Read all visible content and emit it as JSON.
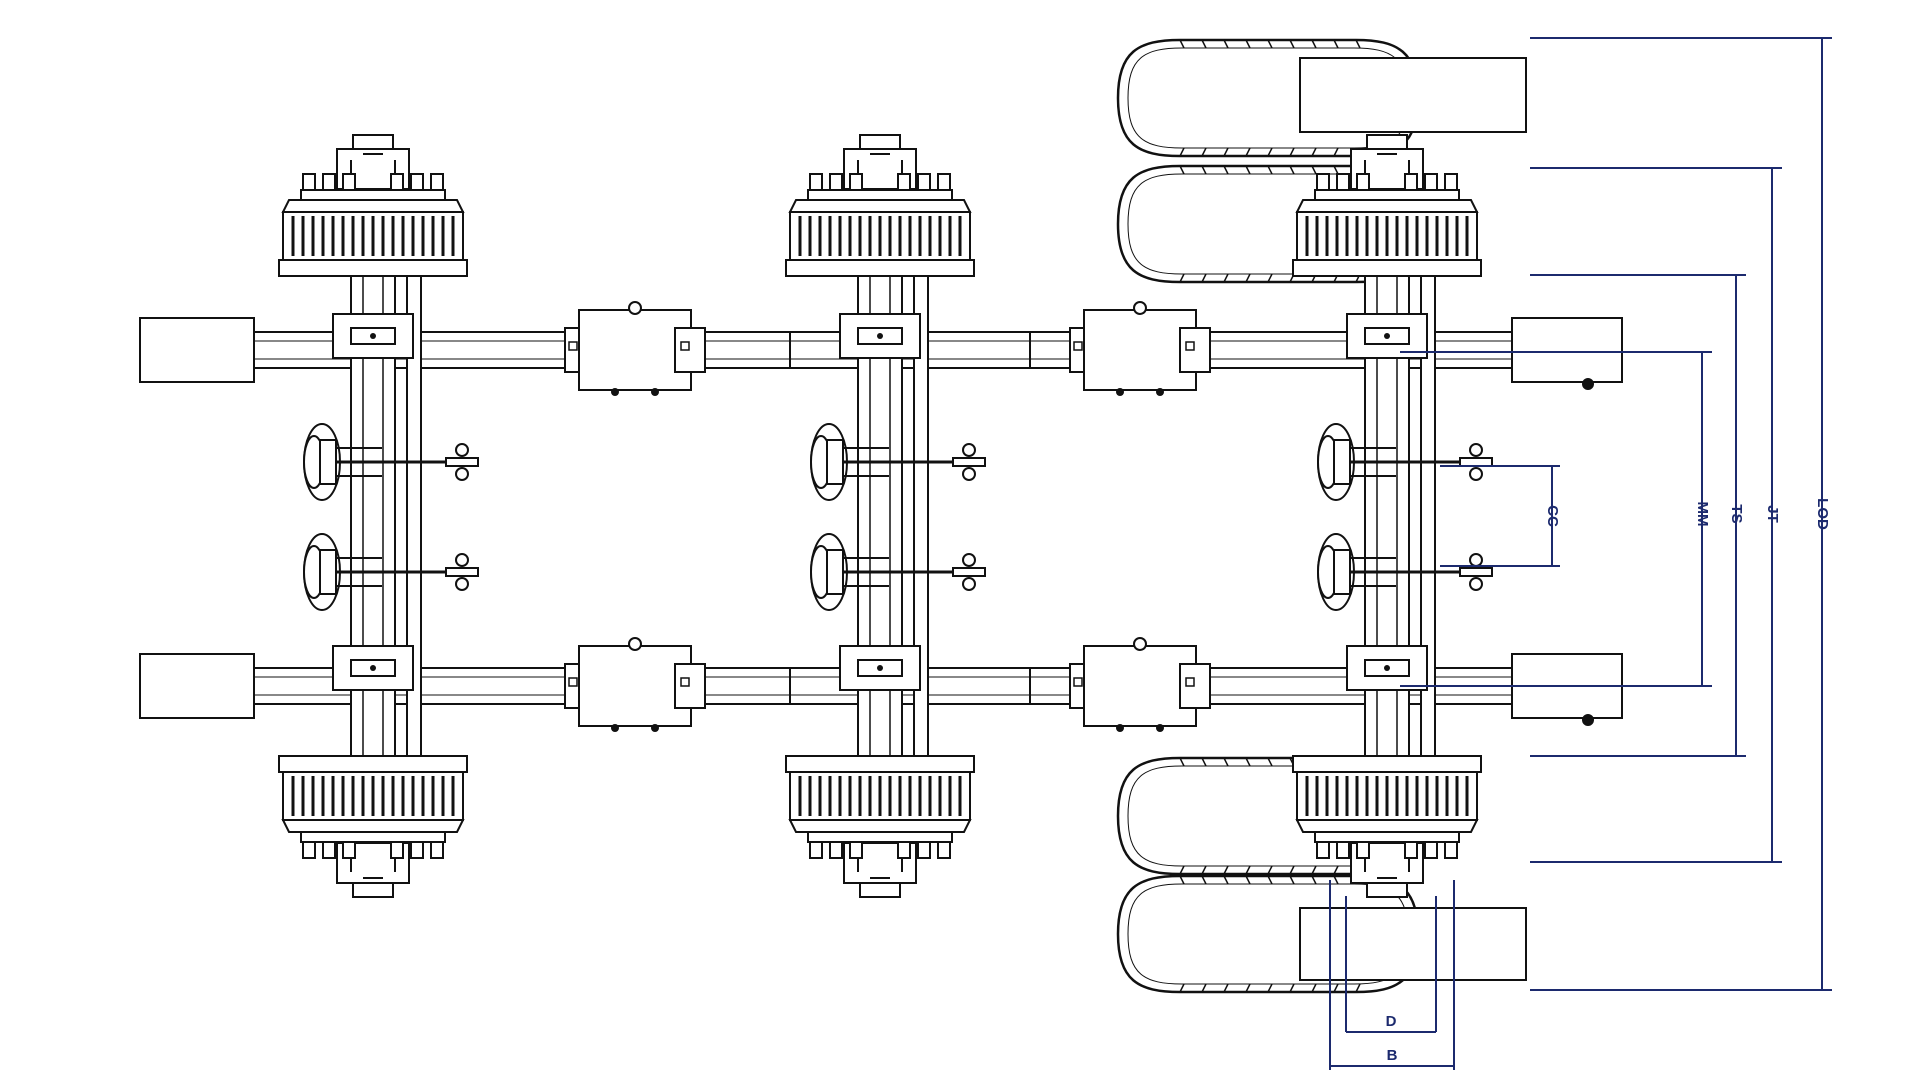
{
  "diagram": {
    "labels": {
      "lod": "LOD",
      "jt": "JT",
      "ts": "TS",
      "mm": "MM",
      "cc": "CC",
      "d": "D",
      "b": "B"
    },
    "colors": {
      "ink": "#111111",
      "dimension": "#1c2a6e",
      "background": "#ffffff"
    }
  }
}
